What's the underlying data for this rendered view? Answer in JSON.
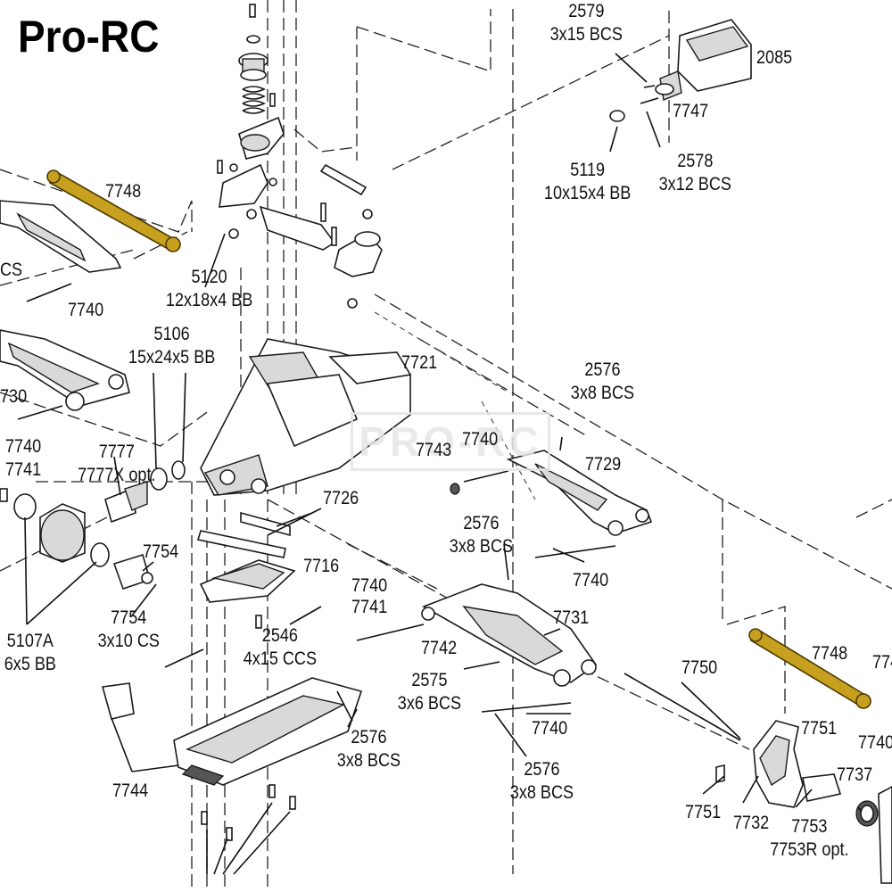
{
  "brand": {
    "logo_text": "Pro-RC",
    "watermark_text": "PRO-RC"
  },
  "labels": {
    "l2579": {
      "part": "2579",
      "desc": "3x15 BCS"
    },
    "l2085": {
      "part": "2085"
    },
    "l7747": {
      "part": "7747"
    },
    "l5119": {
      "part": "5119",
      "desc": "10x15x4 BB"
    },
    "l2578": {
      "part": "2578",
      "desc": "3x12 BCS"
    },
    "l7748a": {
      "part": "7748"
    },
    "l5120": {
      "part": "5120",
      "desc": "12x18x4 BB"
    },
    "lcs": {
      "part": "CS"
    },
    "l7740a": {
      "part": "7740"
    },
    "l5106": {
      "part": "5106",
      "desc": "15x24x5 BB"
    },
    "l7721": {
      "part": "7721"
    },
    "l730": {
      "part": "730"
    },
    "l2576a": {
      "part": "2576",
      "desc": "3x8 BCS"
    },
    "l7740b": {
      "part": "7740"
    },
    "l7741a": {
      "part": "7741"
    },
    "l7777": {
      "part": "7777",
      "desc": "7777X opt."
    },
    "l7743": {
      "part": "7743"
    },
    "l7740c": {
      "part": "7740"
    },
    "l7729": {
      "part": "7729"
    },
    "l7726": {
      "part": "7726"
    },
    "l2576b": {
      "part": "2576",
      "desc": "3x8 BCS"
    },
    "l7754a": {
      "part": "7754"
    },
    "l7716": {
      "part": "7716"
    },
    "l7740d": {
      "part": "7740"
    },
    "l7740e": {
      "part": "7740"
    },
    "l7741b": {
      "part": "7741"
    },
    "l7754b": {
      "part": "7754",
      "desc": "3x10 CS"
    },
    "l5107a": {
      "part": "5107A",
      "desc": "6x5 BB"
    },
    "l2546": {
      "part": "2546",
      "desc": "4x15 CCS"
    },
    "l7731": {
      "part": "7731"
    },
    "l7742": {
      "part": "7742"
    },
    "l7748b": {
      "part": "7748"
    },
    "l774": {
      "part": "774"
    },
    "l7750": {
      "part": "7750"
    },
    "l2575": {
      "part": "2575",
      "desc": "3x6 BCS"
    },
    "l7740f": {
      "part": "7740"
    },
    "l7751a": {
      "part": "7751"
    },
    "l7740g": {
      "part": "7740"
    },
    "l2576c": {
      "part": "2576",
      "desc": "3x8 BCS"
    },
    "l7737": {
      "part": "7737"
    },
    "l2576d": {
      "part": "2576",
      "desc": "3x8 BCS"
    },
    "l7744": {
      "part": "7744"
    },
    "l7751b": {
      "part": "7751"
    },
    "l7732": {
      "part": "7732"
    },
    "l7753": {
      "part": "7753",
      "desc": "7753R opt."
    }
  }
}
